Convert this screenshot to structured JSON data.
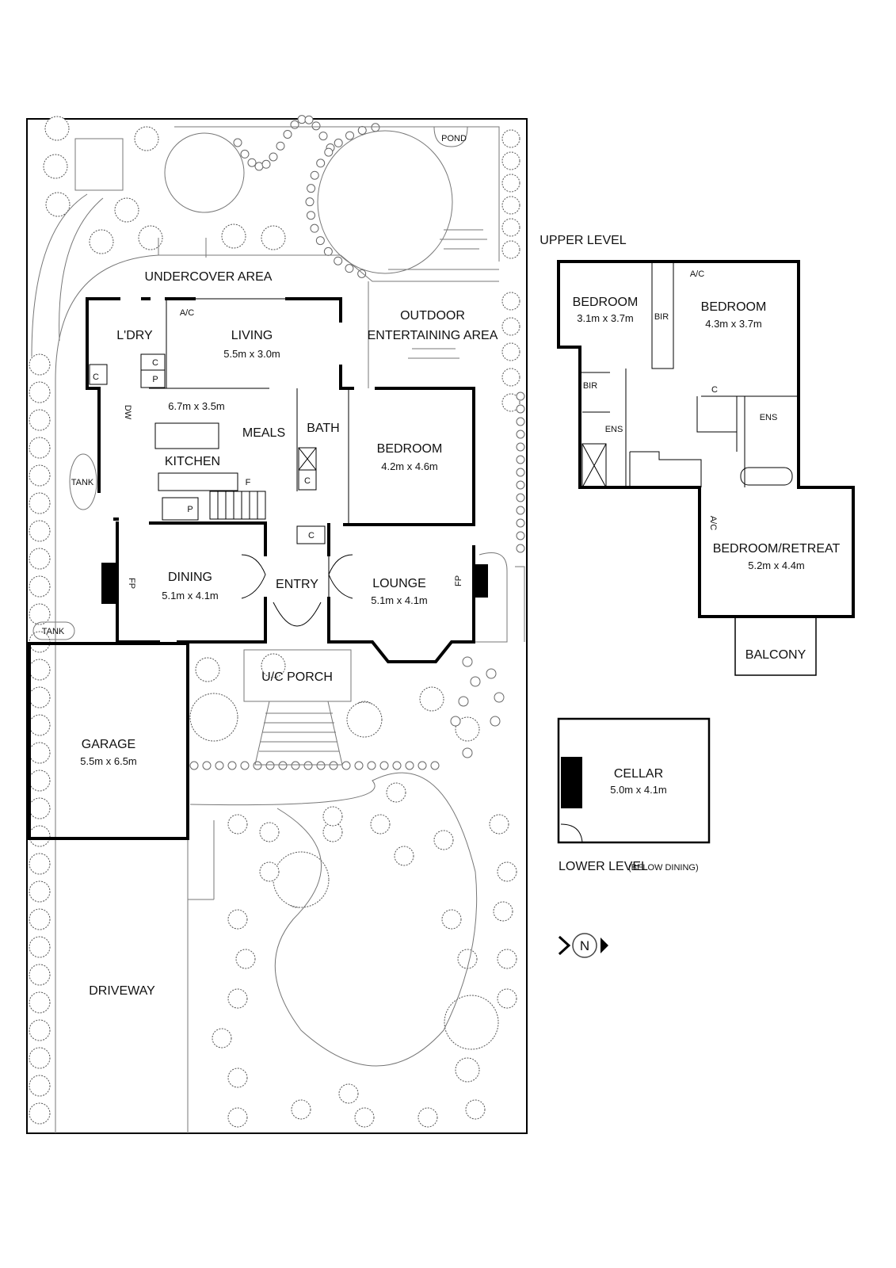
{
  "plan": {
    "ground": {
      "undercover": "UNDERCOVER AREA",
      "pond": "POND",
      "outdoor_line1": "OUTDOOR",
      "outdoor_line2": "ENTERTAINING AREA",
      "laundry": "L'DRY",
      "living": {
        "name": "LIVING",
        "dims": "5.5m x 3.0m"
      },
      "kitchen_meals_dims": "6.7m x 3.5m",
      "meals": "MEALS",
      "kitchen": "KITCHEN",
      "bath": "BATH",
      "bedroom": {
        "name": "BEDROOM",
        "dims": "4.2m x 4.6m"
      },
      "dining": {
        "name": "DINING",
        "dims": "5.1m x 4.1m"
      },
      "entry": "ENTRY",
      "lounge": {
        "name": "LOUNGE",
        "dims": "5.1m x 4.1m"
      },
      "porch": "U/C PORCH",
      "garage": {
        "name": "GARAGE",
        "dims": "5.5m x 6.5m"
      },
      "driveway": "DRIVEWAY",
      "tank1": "TANK",
      "tank2": "TANK",
      "ac": "A/C",
      "dw": "DW",
      "fp1": "FP",
      "fp2": "FP",
      "c": "C",
      "p": "P",
      "f": "F"
    },
    "upper": {
      "title": "UPPER LEVEL",
      "bed1": {
        "name": "BEDROOM",
        "dims": "3.1m x 3.7m"
      },
      "bed2": {
        "name": "BEDROOM",
        "dims": "4.3m x 3.7m"
      },
      "bir": "BIR",
      "ens": "ENS",
      "ac": "A/C",
      "c": "C",
      "retreat": {
        "name": "BEDROOM/RETREAT",
        "dims": "5.2m x 4.4m"
      },
      "balcony": "BALCONY"
    },
    "lower": {
      "cellar": {
        "name": "CELLAR",
        "dims": "5.0m x 4.1m"
      },
      "title": "LOWER LEVEL",
      "subtitle": "(BELOW DINING)"
    },
    "compass": "N"
  }
}
